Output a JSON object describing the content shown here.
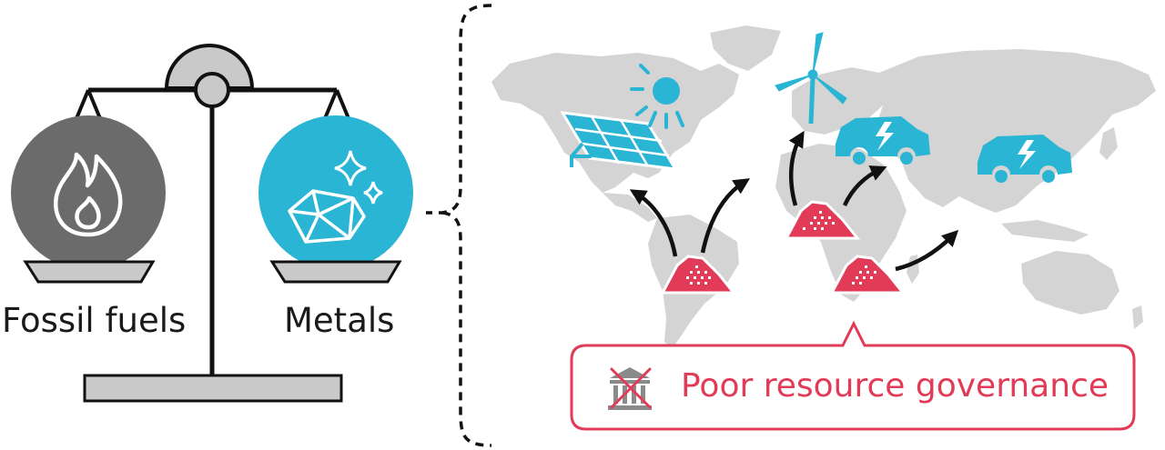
{
  "balance": {
    "left_label": "Fossil fuels",
    "right_label": "Metals"
  },
  "callout": {
    "text": "Poor resource governance"
  },
  "colors": {
    "fossil": "#6b6b6b",
    "metals": "#29b5d3",
    "deposit": "#e23b57",
    "map": "#d4d4d4",
    "scale": "#bdbdbd",
    "ink": "#1a1a1a"
  }
}
